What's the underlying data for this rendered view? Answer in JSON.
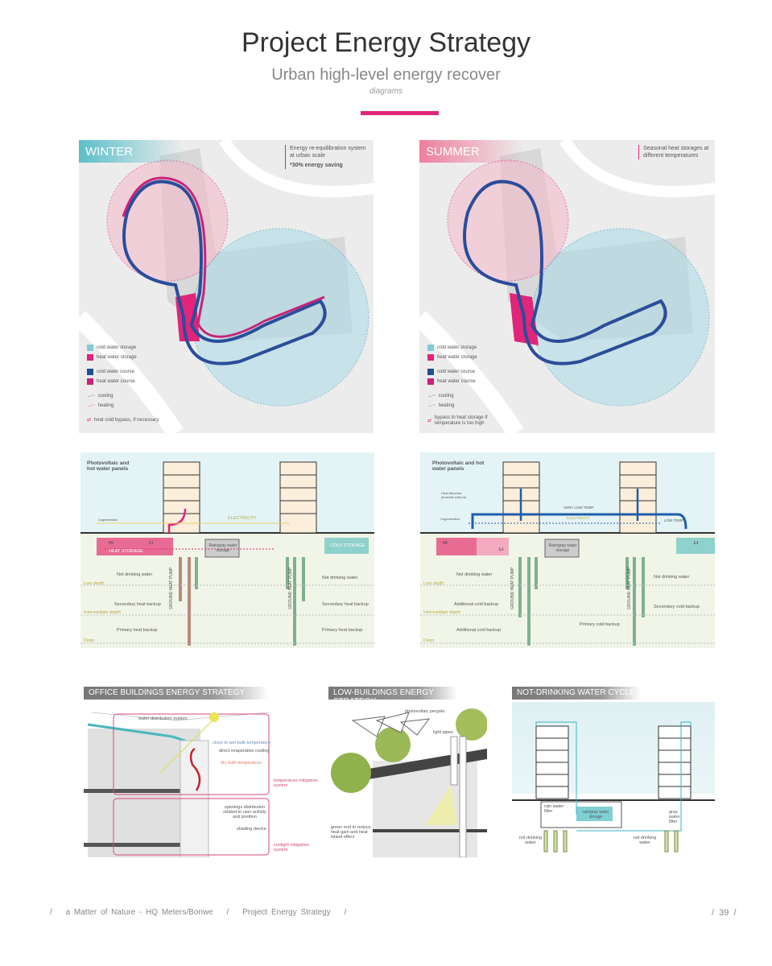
{
  "header": {
    "title": "Project Energy Strategy",
    "subtitle": "Urban high-level energy recover",
    "caption": "diagrams"
  },
  "colors": {
    "accent": "#e0257a",
    "cold": "#7fcbd8",
    "heat": "#e0257a",
    "cold_course": "#1f4f96"
  },
  "winter": {
    "label": "WINTER",
    "note": "Energy re-equilibration system at urban scale",
    "note2": "*30% energy saving",
    "legend": [
      "cold water storage",
      "heat water storage",
      "cold water course",
      "heat water course",
      "cooling",
      "heating",
      "heat cold bypass, if necessary"
    ]
  },
  "summer": {
    "label": "SUMMER",
    "note": "Seasonal heat storages at different temperatures",
    "legend": [
      "cold water storage",
      "heat water storage",
      "cold water course",
      "heat water course",
      "cooling",
      "heating",
      "bypass to heat storage if temperature is too high"
    ]
  },
  "section_winter": {
    "panels": "Photovoltaic and hot water panels",
    "cogeneration": "Cogeneration",
    "electricity": "ELECTRICITY",
    "heat_storage": "HEAT STORAGE",
    "h": "Ht",
    "l": "Lt",
    "rain": "Rain/gray water storage",
    "cold_storage": "COLD STORAGE",
    "pump": "GROUND HEAT PUMP",
    "depths": [
      "Low depth",
      "Intermediate depth",
      "Deep"
    ],
    "left_labels": [
      "Not drinking water",
      "Secondary heat backup",
      "Primary heat backup"
    ],
    "right_labels": [
      "Not drinking water",
      "Secondary heat backup",
      "Primary heat backup"
    ]
  },
  "section_summer": {
    "panels": "Photovoltaic and hot water panels",
    "absorber": "Heat Absorber (bromide Lithium)",
    "cogeneration": "Cogeneration",
    "very_low": "VERY LOW TEMP.",
    "electricity": "ELECTRICITY",
    "low": "LOW TEMP.",
    "h": "Ht",
    "l": "Lt",
    "l2": "Lt",
    "rain": "Rain/gray water storage",
    "pump": "GROUND HEAT PUMP",
    "depths": [
      "Low depth",
      "Intermediate depth",
      "Deep"
    ],
    "left_labels": [
      "Not drinking water",
      "Additional cold backup",
      "Additional cold backup"
    ],
    "right_labels": [
      "Not drinking water",
      "Secondary cold backup",
      "Primary cold backup"
    ]
  },
  "office": {
    "title": "OFFICE BUILDINGS ENERGY STRATEGY",
    "labels": [
      "water distribution system",
      "close to wet bulb temperature",
      "direct evaporative cooling",
      "dry bulb temperature",
      "temperature mitigation system",
      "openings distribution related to user activity and position",
      "shading device",
      "sunlight mitigation system"
    ]
  },
  "low": {
    "title": "LOW-BUILDINGS ENERGY STRATEGY",
    "labels": [
      "photovoltaic pergola",
      "light pipes",
      "green roof to reduce heat gain and heat island effect"
    ]
  },
  "water": {
    "title": "NOT-DRINKING WATER CYCLE",
    "labels": [
      "rain water filter",
      "rain/gray water storage",
      "gray water filter",
      "not drinking water",
      "not drinking water"
    ]
  },
  "footer": {
    "items": [
      "/",
      "a Matter of Nature - HQ Meters/Bonwe",
      "/",
      "Project Energy Strategy",
      "/"
    ],
    "page": "39"
  }
}
